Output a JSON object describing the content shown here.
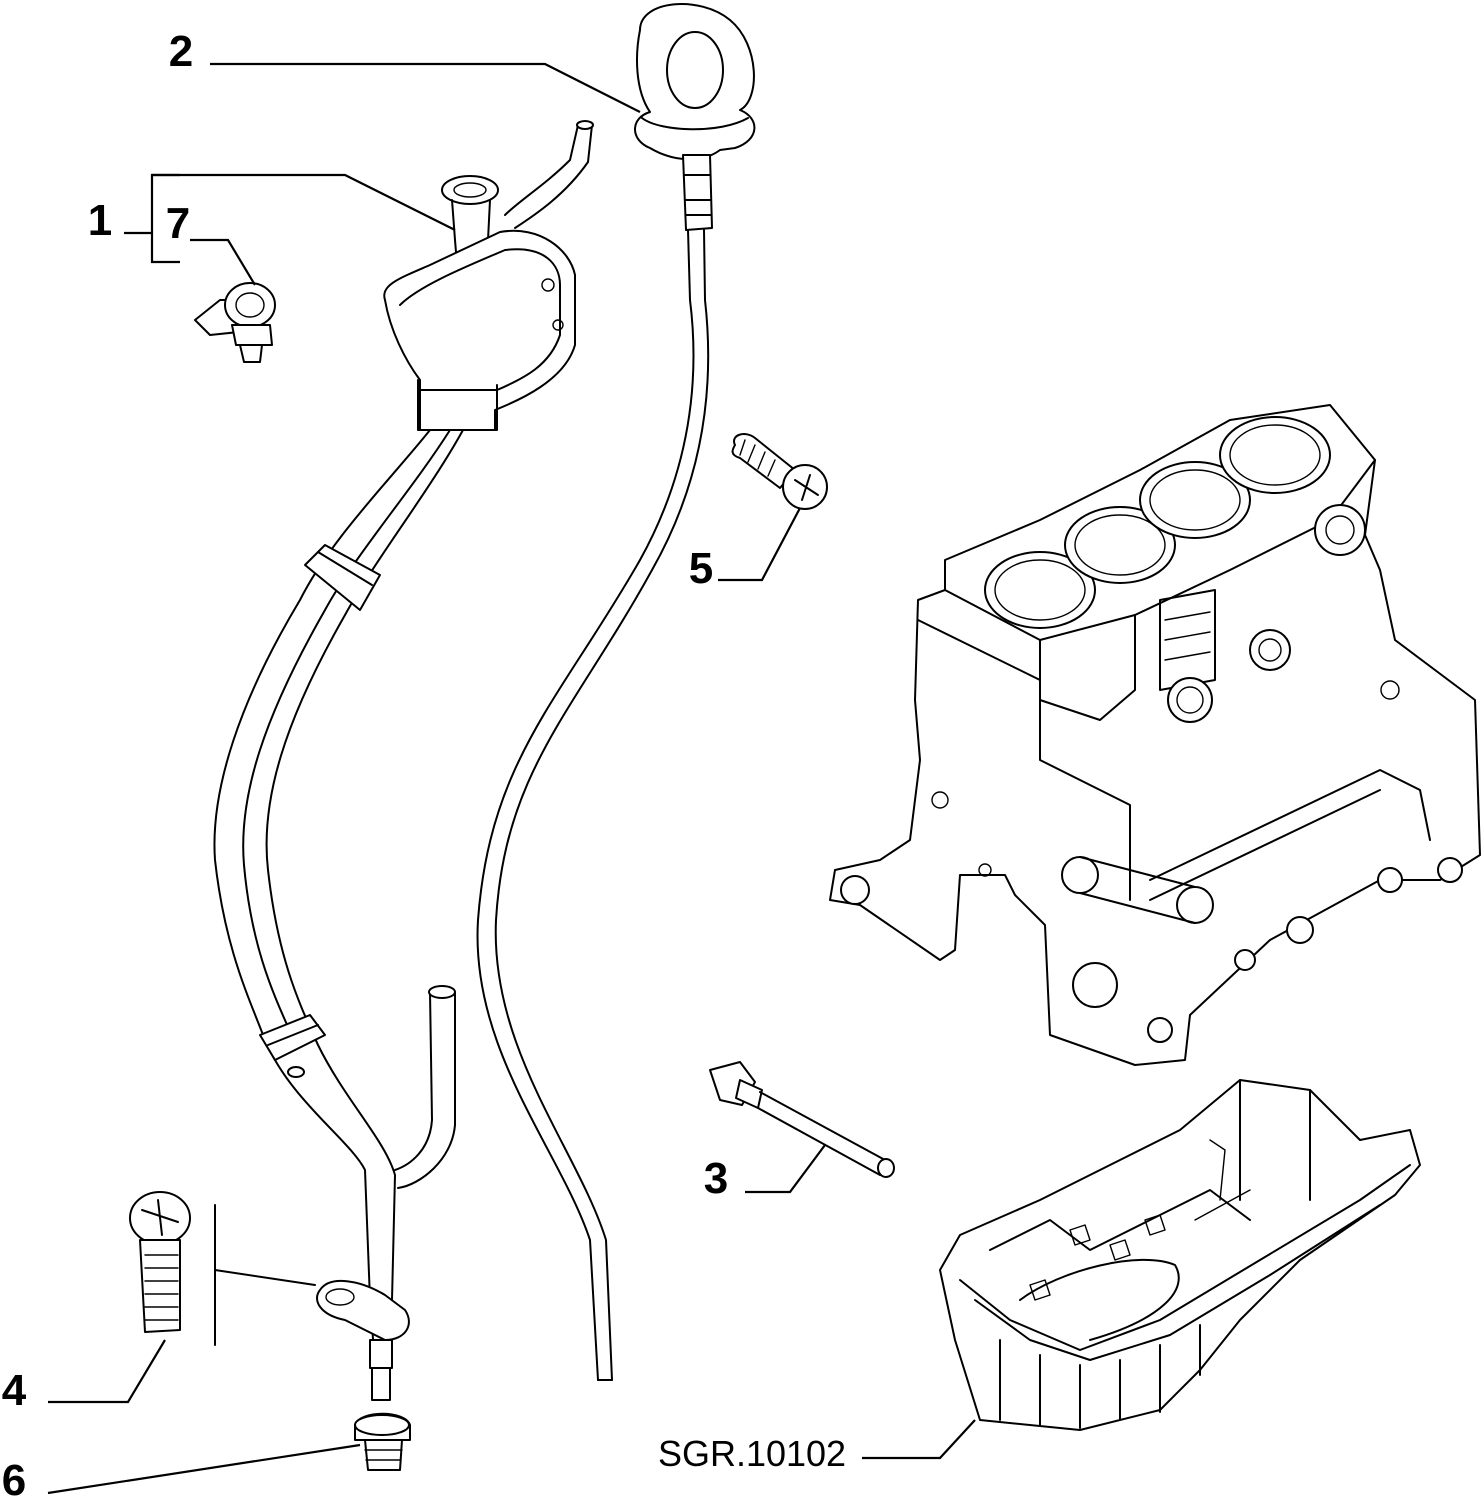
{
  "callouts": {
    "c1": "1",
    "c2": "2",
    "c3": "3",
    "c4": "4",
    "c5": "5",
    "c6": "6",
    "c7": "7"
  },
  "reference_code": "SGR.10102"
}
